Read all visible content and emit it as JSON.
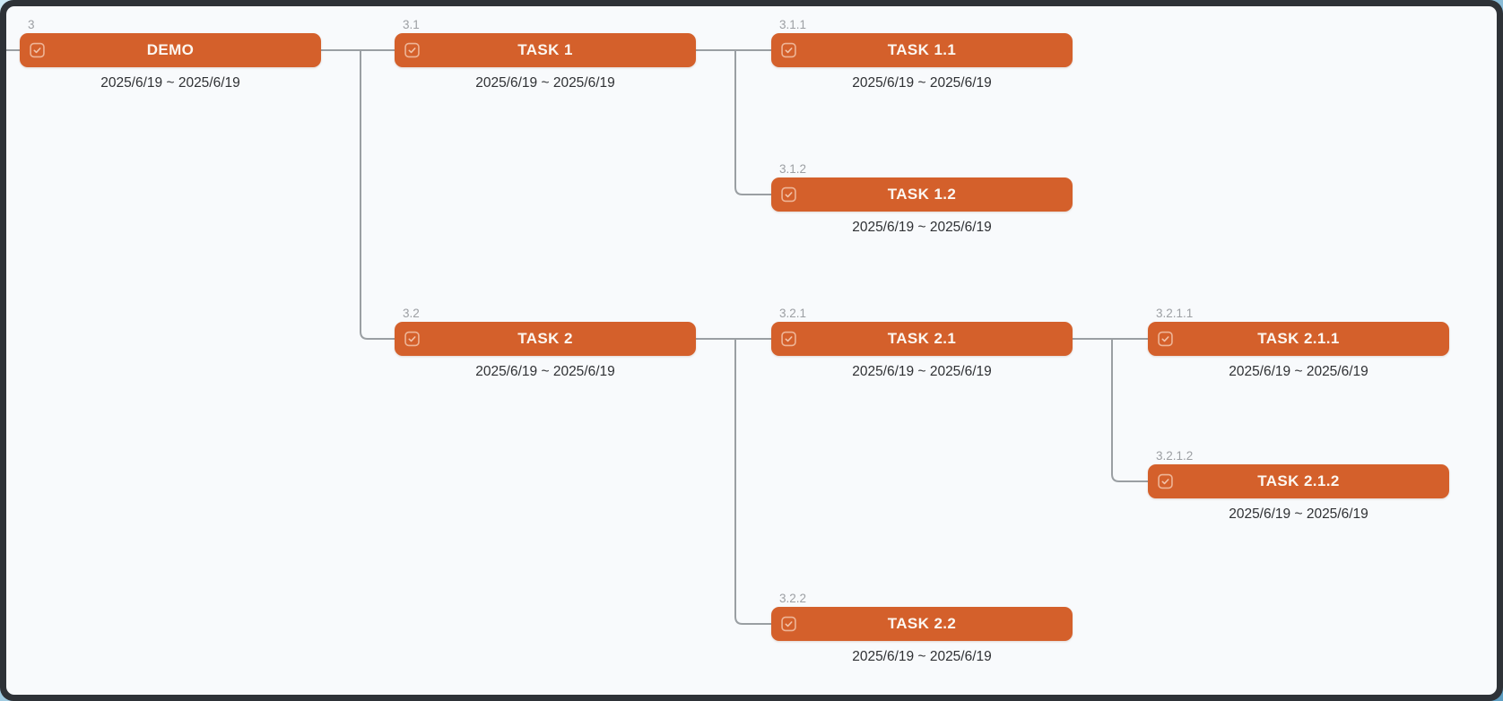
{
  "app": {
    "view": "wbs-tree",
    "colors": {
      "node_fill": "#D4602B",
      "node_text": "#FCF7F1",
      "canvas_background": "#F8FAFC",
      "window_frame": "#2E3237",
      "connector": "#9A9FA3",
      "wbs_label": "#9C9FA3",
      "date_text": "#2F3134"
    },
    "icons": {
      "task_icon": "checkbox-check-icon"
    }
  },
  "nodes": [
    {
      "wbs": "3",
      "title": "DEMO",
      "dates": "2025/6/19 ~ 2025/6/19"
    },
    {
      "wbs": "3.1",
      "title": "TASK 1",
      "dates": "2025/6/19 ~ 2025/6/19"
    },
    {
      "wbs": "3.1.1",
      "title": "TASK 1.1",
      "dates": "2025/6/19 ~ 2025/6/19"
    },
    {
      "wbs": "3.1.2",
      "title": "TASK 1.2",
      "dates": "2025/6/19 ~ 2025/6/19"
    },
    {
      "wbs": "3.2",
      "title": "TASK 2",
      "dates": "2025/6/19 ~ 2025/6/19"
    },
    {
      "wbs": "3.2.1",
      "title": "TASK 2.1",
      "dates": "2025/6/19 ~ 2025/6/19"
    },
    {
      "wbs": "3.2.1.1",
      "title": "TASK 2.1.1",
      "dates": "2025/6/19 ~ 2025/6/19"
    },
    {
      "wbs": "3.2.1.2",
      "title": "TASK 2.1.2",
      "dates": "2025/6/19 ~ 2025/6/19"
    },
    {
      "wbs": "3.2.2",
      "title": "TASK 2.2",
      "dates": "2025/6/19 ~ 2025/6/19"
    }
  ]
}
